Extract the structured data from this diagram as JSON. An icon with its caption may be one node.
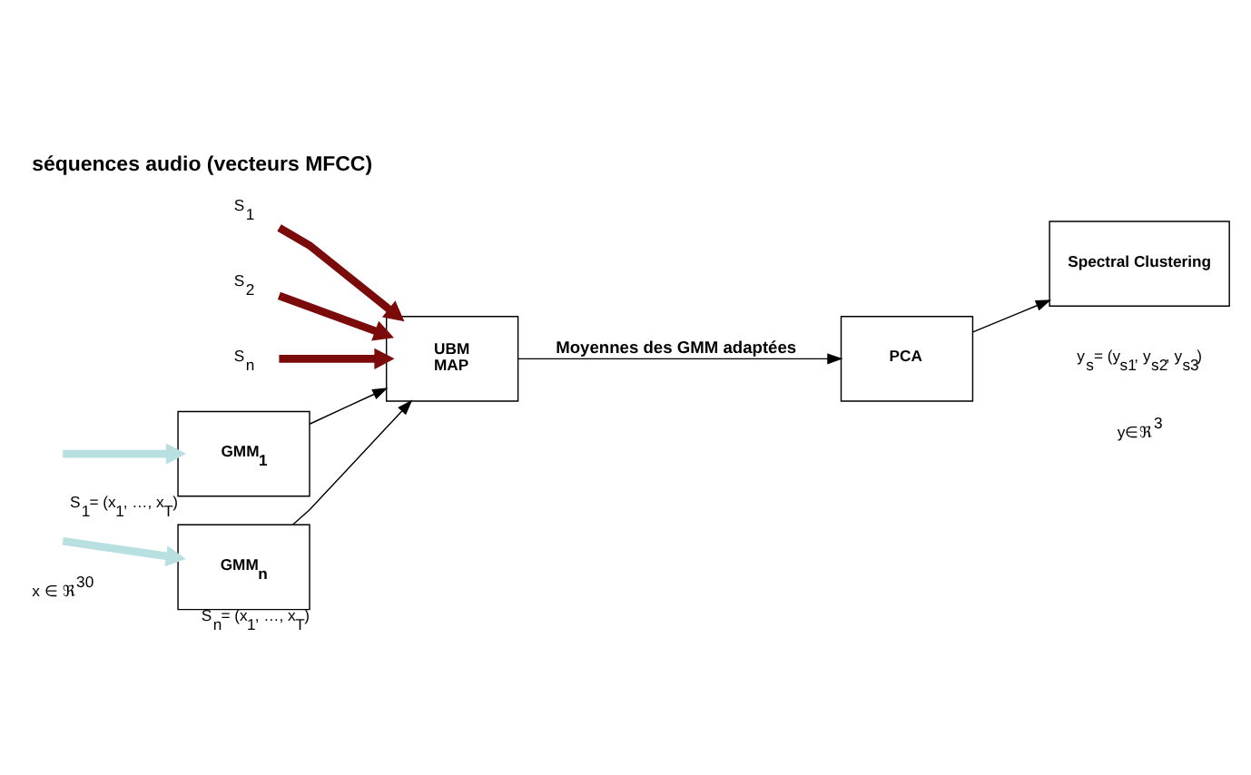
{
  "diagram": {
    "title": "séquences audio (vecteurs MFCC)",
    "nodes": [
      {
        "text": [
          "S$_{1}$"
        ]
      },
      {
        "text": [
          "S$_{2}$"
        ]
      },
      {
        "text": [
          "S$_{n}$"
        ]
      },
      {
        "text": [
          "UBM",
          "MAP"
        ]
      },
      {
        "text": [
          "GMM$_{1}$"
        ],
        "beside": [
          "S$_{1}$= (x$_{1}$, …, x$_{T}$)"
        ]
      },
      {
        "text": [
          "GMM$_{n}$"
        ],
        "beside": [
          "S$_{n}$= (x$_{1}$, …, x$_{T}$)"
        ]
      },
      {
        "text": [
          "PCA"
        ]
      },
      {
        "text": [
          "Spectral Clustering"
        ]
      }
    ],
    "edges": [
      {
        "from": 0,
        "to": 3,
        "arrow": "to",
        "color": "#7b0a0a"
      },
      {
        "from": 1,
        "to": 3,
        "arrow": "to",
        "color": "#7b0a0a"
      },
      {
        "from": 2,
        "to": 3,
        "arrow": "to",
        "color": "#7b0a0a"
      },
      {
        "from": null,
        "to": 4,
        "arrow": "to",
        "color": "#b8e0e0"
      },
      {
        "from": null,
        "to": 5,
        "arrow": "to",
        "color": "#b8e0e0"
      },
      {
        "from": 4,
        "to": 3,
        "arrow": "to"
      },
      {
        "from": 5,
        "to": 3,
        "arrow": "to"
      },
      {
        "from": 3,
        "to": 6,
        "arrow": "to",
        "label": "Moyennes des GMM adaptées"
      },
      {
        "from": 6,
        "to": 7,
        "arrow": "to"
      }
    ],
    "labels": [
      "x ∈ ℜ$^{30}$",
      "y$_{s}$= (y$_{s1}$, y$_{s2}$, y$_{s3}$)",
      "y∈ℜ$^{3}$"
    ]
  }
}
